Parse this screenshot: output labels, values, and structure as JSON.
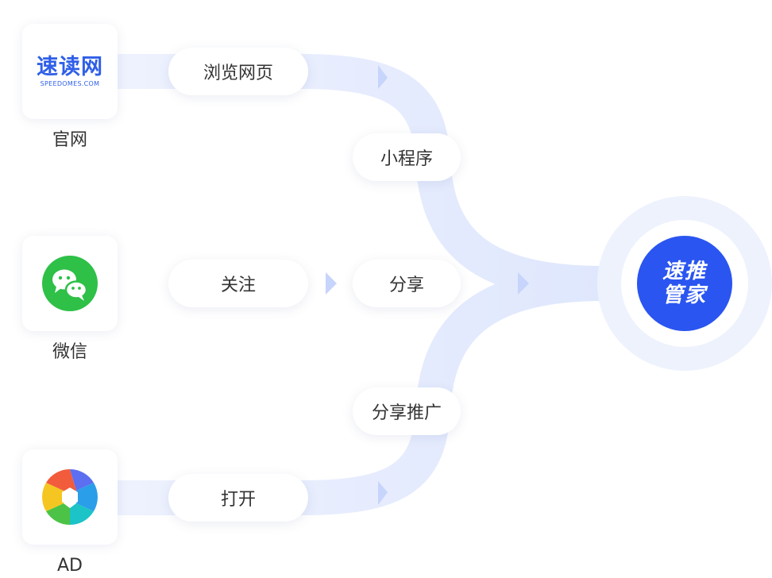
{
  "sources": [
    {
      "name": "官网",
      "logo_main": "速读网",
      "logo_sub": "SPEEDOMES.COM",
      "icon": "speedomes-logo-icon"
    },
    {
      "name": "微信",
      "icon": "wechat-icon"
    },
    {
      "name": "AD",
      "icon": "aperture-icon"
    }
  ],
  "pills": {
    "browse": "浏览网页",
    "mini_program": "小程序",
    "follow": "关注",
    "share": "分享",
    "share_promote": "分享推广",
    "open": "打开"
  },
  "target": {
    "line1": "速推",
    "line2": "管家"
  },
  "colors": {
    "flow": "#dfe7fd",
    "accent": "#2a55f0",
    "wechat": "#2ec047",
    "ring": "#eef2fd"
  }
}
